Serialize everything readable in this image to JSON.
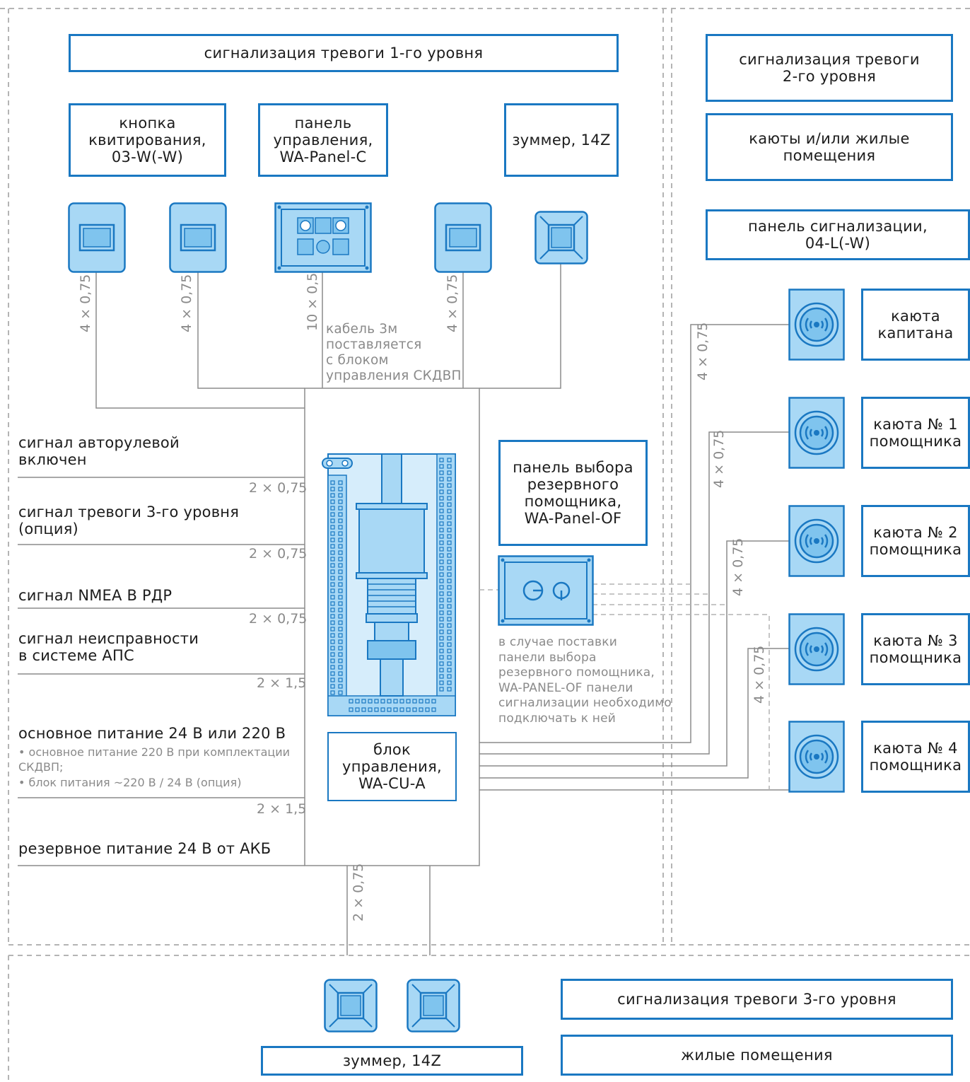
{
  "colors": {
    "accent": "#1a78c2",
    "device_fill": "#a8d8f5",
    "line": "#8c8c8c",
    "dash": "#b4b4b4"
  },
  "level1": {
    "title": "сигнализация тревоги 1-го уровня",
    "ack_button": "кнопка\nквитирования,\n03-W(-W)",
    "control_panel": "панель\nуправления,\nWA-Panel-C",
    "buzzer": "зуммер, 14Z"
  },
  "level2": {
    "title": "сигнализация тревоги\n2-го уровня",
    "cabins": "каюты и/или жилые\nпомещения",
    "signal_panel": "панель сигнализации,\n04-L(-W)",
    "captain": "каюта\nкапитана",
    "assistant1": "каюта № 1\nпомощника",
    "assistant2": "каюта № 2\nпомощника",
    "assistant3": "каюта № 3\nпомощника",
    "assistant4": "каюта № 4\nпомощника"
  },
  "level3": {
    "title": "сигнализация тревоги 3-го уровня",
    "living": "жилые помещения",
    "buzzer": "зуммер, 14Z"
  },
  "control_unit": "блок\nуправления,\nWA-CU-A",
  "select_panel": "панель выбора\nрезервного\nпомощника,\nWA-Panel-OF",
  "cable_note": "кабель 3м\nпоставляется\nс блоком\nуправления СКДВП",
  "select_note": "в случае поставки\nпанели выбора\nрезервного помощника,\nWA-PANEL-OF панели\nсигнализации необходимо\nподключать к ней",
  "inputs": {
    "autopilot": "сигнал авторулевой\nвключен",
    "alarm3": "сигнал тревоги 3-го уровня\n(опция)",
    "nmea": "сигнал NMEA В РДР",
    "fault": "сигнал неисправности\nв системе АПС",
    "main_power": "основное питание 24 В или 220 В",
    "main_power_note1": "• основное питание 220 В при комплектации\nСКДВП;",
    "main_power_note2": "• блок питания ~220 В / 24 В (опция)",
    "backup_power": "резервное питание 24 В от АКБ"
  },
  "gauges": {
    "g_4x075": "4 × 0,75",
    "g_10x05": "10 × 0,5",
    "g_2x075": "2 × 0,75",
    "g_2x15": "2 × 1,5"
  }
}
